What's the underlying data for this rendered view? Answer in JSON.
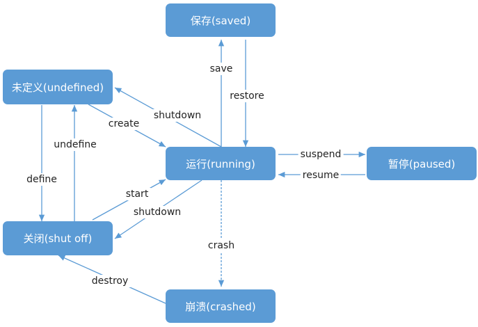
{
  "colors": {
    "node_fill": "#5b9bd5",
    "edge": "#5b9bd5",
    "label_text": "#222222"
  },
  "states": {
    "saved": "保存(saved)",
    "undefined": "未定义(undefined)",
    "running": "运行(running)",
    "paused": "暂停(paused)",
    "shutoff": "关闭(shut off)",
    "crashed": "崩溃(crashed)"
  },
  "transitions": {
    "save": "save",
    "restore": "restore",
    "shutdown_to_undefined": "shutdown",
    "create": "create",
    "suspend": "suspend",
    "resume": "resume",
    "undefine": "undefine",
    "define": "define",
    "start": "start",
    "shutdown_to_shutoff": "shutdown",
    "crash": "crash",
    "destroy": "destroy"
  }
}
